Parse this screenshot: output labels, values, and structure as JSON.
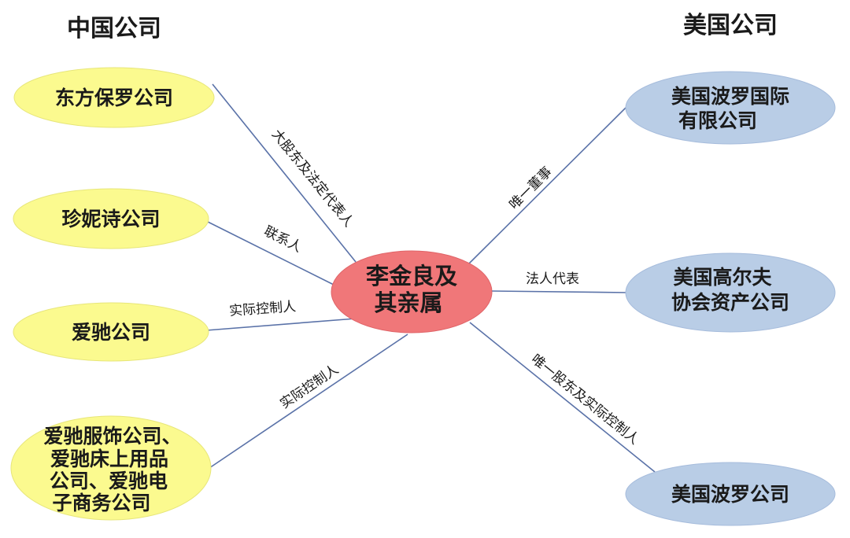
{
  "headings": {
    "left": "中国公司",
    "right": "美国公司"
  },
  "center": {
    "lines": [
      "李金良及",
      "其亲属"
    ]
  },
  "left_nodes": [
    {
      "lines": [
        "东方保罗公司"
      ]
    },
    {
      "lines": [
        "珍妮诗公司"
      ]
    },
    {
      "lines": [
        "爱驰公司"
      ]
    },
    {
      "lines": [
        "爱驰服饰公司、",
        "爱驰床上用品",
        "公司、爱驰电",
        "子商务公司"
      ]
    }
  ],
  "right_nodes": [
    {
      "lines": [
        "美国波罗国际",
        "有限公司"
      ]
    },
    {
      "lines": [
        "美国高尔夫",
        "协会资产公司"
      ]
    },
    {
      "lines": [
        "美国波罗公司"
      ]
    }
  ],
  "edges": {
    "left": [
      "大股东及法定代表人",
      "联系人",
      "实际控制人",
      "实际控制人"
    ],
    "right": [
      "唯一董事",
      "法人代表",
      "唯一股东及实际控制人"
    ]
  },
  "colors": {
    "china_nodes": "#fbfa8f",
    "us_nodes": "#b9cde6",
    "center_node": "#f07779",
    "connector": "#5a72a8"
  }
}
